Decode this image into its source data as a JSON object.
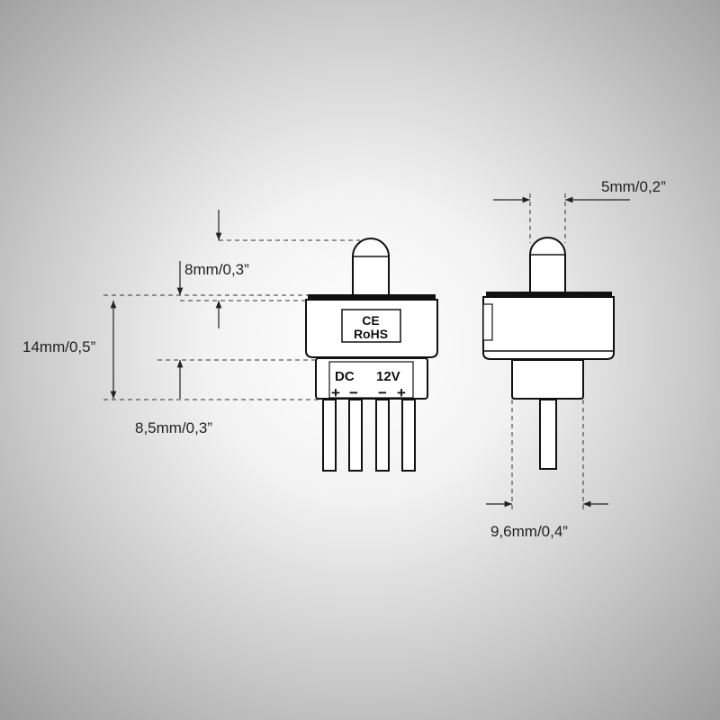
{
  "dimensions": {
    "knob_height": "8mm/0,3”",
    "total_height": "14mm/0,5”",
    "body_height": "8,5mm/0,3”",
    "knob_width": "5mm/0,2”",
    "base_width": "9,6mm/0,4”"
  },
  "markings": {
    "ce": "CE",
    "rohs": "RoHS",
    "dc": "DC",
    "voltage": "12V",
    "plus_left": "+",
    "minus_left": "−",
    "minus_right": "−",
    "plus_right": "+"
  }
}
